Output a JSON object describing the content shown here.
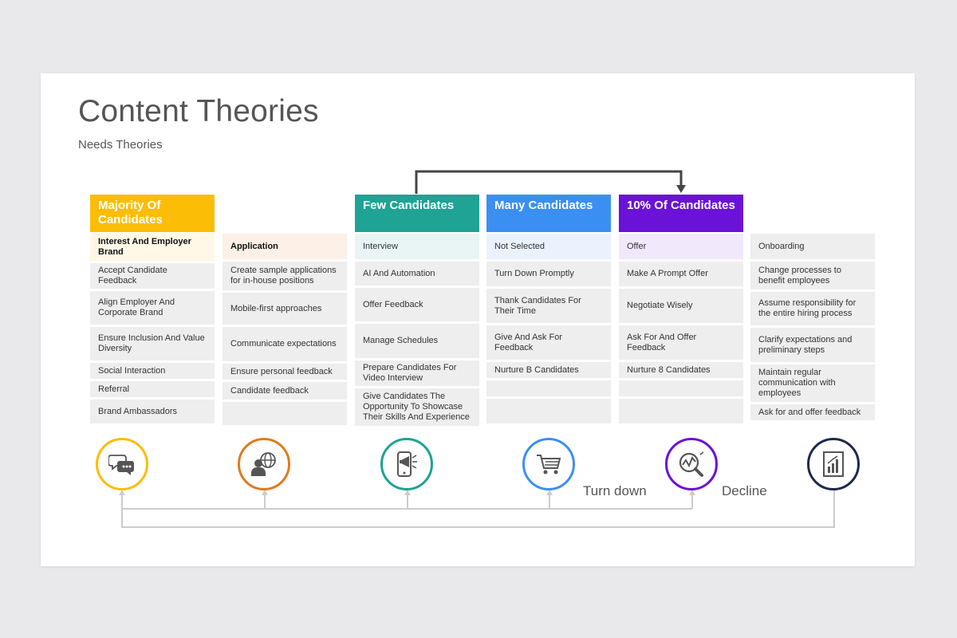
{
  "title": "Content Theories",
  "subtitle": "Needs Theories",
  "notes": {
    "turn_down": "Turn down",
    "decline": "Decline"
  },
  "colors": {
    "yellow": "#fcbd06",
    "orange": "#e07b1f",
    "teal": "#1ea394",
    "blue": "#3b8ff2",
    "purple": "#6a12d8",
    "navy": "#1d2a4d"
  },
  "columns": [
    {
      "header": "Majority Of Candidates",
      "color": "#fcbd06",
      "first_bg": "#fff8e6",
      "items": [
        "Interest And Employer Brand",
        "Accept Candidate Feedback",
        "Align Employer And Corporate Brand",
        "Ensure Inclusion And Value Diversity",
        "Social Interaction",
        "Referral",
        "Brand Ambassadors"
      ]
    },
    {
      "header": "",
      "color": "",
      "first_bg": "#fdf0e6",
      "items": [
        "Application",
        "Create sample applications for in-house positions",
        "Mobile-first approaches",
        "Communicate expectations",
        "Ensure personal feedback",
        "Candidate feedback",
        ""
      ]
    },
    {
      "header": "Few Candidates",
      "color": "#1ea394",
      "first_bg": "#e8f5f4",
      "items": [
        "Interview",
        "AI And Automation",
        "Offer Feedback",
        "Manage Schedules",
        "Prepare Candidates For Video Interview",
        "Give Candidates The Opportunity To Showcase Their Skills And Experience"
      ]
    },
    {
      "header": "Many Candidates",
      "color": "#3b8ff2",
      "first_bg": "#eaf2fd",
      "items": [
        "Not Selected",
        "Turn Down Promptly",
        "Thank Candidates For Their Time",
        "Give And Ask For Feedback",
        "Nurture B Candidates",
        "",
        ""
      ]
    },
    {
      "header": "10% Of Candidates",
      "color": "#6a12d8",
      "first_bg": "#f1e8fb",
      "items": [
        "Offer",
        "Make A Prompt Offer",
        "Negotiate Wisely",
        "Ask For And Offer Feedback",
        "Nurture 8 Candidates",
        "",
        ""
      ]
    },
    {
      "header": "",
      "color": "",
      "first_bg": "#eeeeee",
      "items": [
        "Onboarding",
        "Change processes to benefit employees",
        "Assume responsibility for the entire hiring process",
        "Clarify expectations and preliminary steps",
        "Maintain regular communication with employees",
        "Ask for and offer feedback"
      ]
    }
  ],
  "icons": [
    {
      "name": "chat-bubbles-icon",
      "color": "#fcbd06"
    },
    {
      "name": "person-globe-icon",
      "color": "#e07b1f"
    },
    {
      "name": "phone-megaphone-icon",
      "color": "#1ea394"
    },
    {
      "name": "shopping-cart-icon",
      "color": "#3b8ff2"
    },
    {
      "name": "magnifier-chart-icon",
      "color": "#6a12d8"
    },
    {
      "name": "bar-chart-icon",
      "color": "#1d2a4d"
    }
  ]
}
